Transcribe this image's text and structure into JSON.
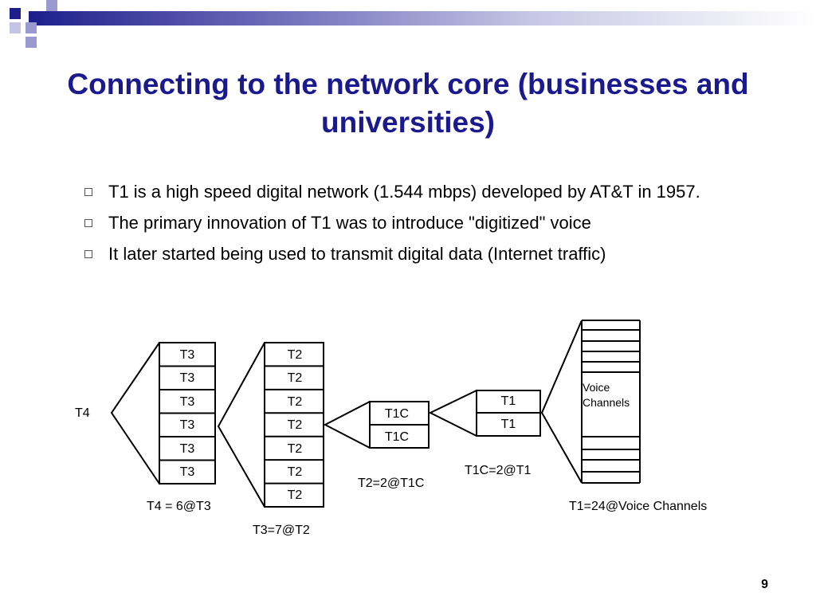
{
  "slide": {
    "title": "Connecting to the network core (businesses and universities)",
    "bullets": [
      "T1 is a high speed digital network (1.544 mbps) developed by AT&T in 1957.",
      "The primary innovation of T1 was to introduce \"digitized\" voice",
      "It later started being used to transmit digital data (Internet traffic)"
    ],
    "page_number": "9"
  },
  "diagram": {
    "t4_label": "T4",
    "t3_cells": [
      "T3",
      "T3",
      "T3",
      "T3",
      "T3",
      "T3"
    ],
    "t4_caption": "T4 = 6@T3",
    "t2_cells": [
      "T2",
      "T2",
      "T2",
      "T2",
      "T2",
      "T2",
      "T2"
    ],
    "t3_caption": "T3=7@T2",
    "t1c_cells": [
      "T1C",
      "T1C"
    ],
    "t2_caption": "T2=2@T1C",
    "t1_cells": [
      "T1",
      "T1"
    ],
    "t1c_caption": "T1C=2@T1",
    "voice_label_1": "Voice",
    "voice_label_2": "Channels",
    "t1_caption": "T1=24@Voice Channels"
  },
  "colors": {
    "title": "#1a1a8e",
    "accent_dark": "#1e1e8c",
    "accent_light": "#9a9ad0"
  }
}
